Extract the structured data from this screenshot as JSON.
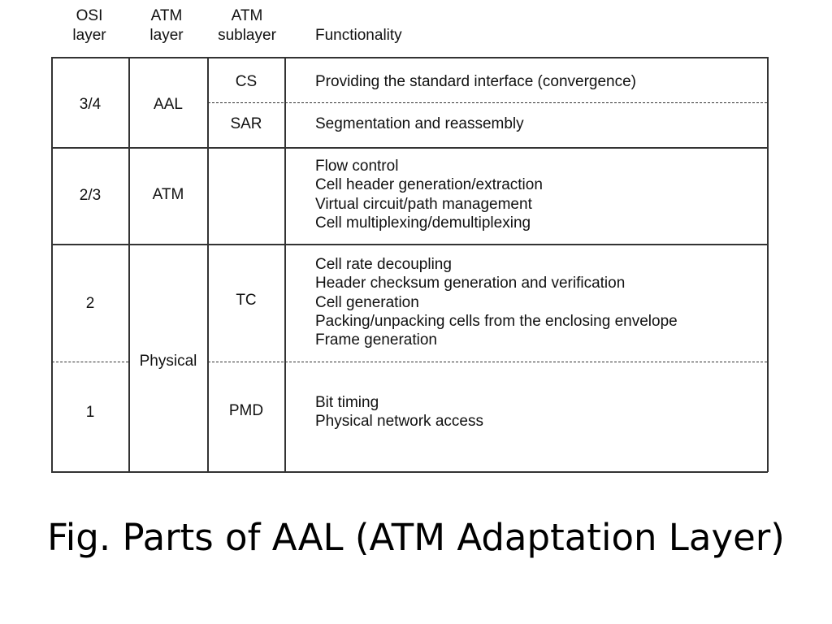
{
  "headers": {
    "osi": [
      "OSI",
      "layer"
    ],
    "atm": [
      "ATM",
      "layer"
    ],
    "sub": [
      "ATM",
      "sublayer"
    ],
    "func": "Functionality"
  },
  "rows": {
    "aal": {
      "osi": "3/4",
      "atm": "AAL",
      "cs": "CS",
      "cs_func": "Providing the standard interface (convergence)",
      "sar": "SAR",
      "sar_func": "Segmentation and reassembly"
    },
    "atm": {
      "osi": "2/3",
      "atm": "ATM",
      "func": [
        "Flow control",
        "Cell header generation/extraction",
        "Virtual circuit/path management",
        "Cell multiplexing/demultiplexing"
      ]
    },
    "physical": {
      "atm": "Physical",
      "tc": {
        "osi": "2",
        "sub": "TC",
        "func": [
          "Cell rate decoupling",
          "Header checksum generation and verification",
          "Cell generation",
          "Packing/unpacking cells from the enclosing envelope",
          "Frame generation"
        ]
      },
      "pmd": {
        "osi": "1",
        "sub": "PMD",
        "func": [
          "Bit timing",
          "Physical network access"
        ]
      }
    }
  },
  "caption": "Fig. Parts of AAL (ATM Adaptation Layer)"
}
